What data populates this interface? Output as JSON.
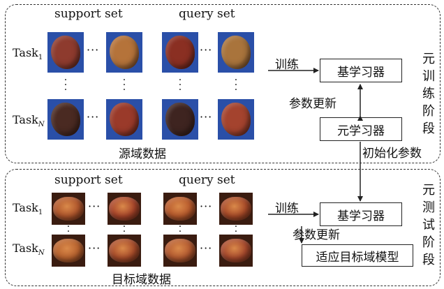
{
  "source": {
    "support_label": "support set",
    "query_label": "query set",
    "task_1": "Task",
    "task_1_sub": "1",
    "task_n": "Task",
    "task_n_sub": "N",
    "caption": "源域数据"
  },
  "target": {
    "support_label": "support set",
    "query_label": "query set",
    "task_1": "Task",
    "task_1_sub": "1",
    "task_n": "Task",
    "task_n_sub": "N",
    "caption": "目标域数据"
  },
  "meta_train": {
    "train_label": "训练",
    "base_learner": "基学习器",
    "update_label": "参数更新",
    "meta_learner": "元学习器",
    "stage_title": [
      "元",
      "训",
      "练",
      "阶",
      "段"
    ]
  },
  "init_label": "初始化参数",
  "meta_test": {
    "train_label": "训练",
    "base_learner": "基学习器",
    "update_label": "参数更新",
    "adapt_model": "适应目标域模型",
    "stage_title": [
      "元",
      "测",
      "试",
      "阶",
      "段"
    ]
  },
  "colors": {
    "source_tile_bg": "#2a4fa8",
    "source_samples": [
      "#8e3b2e",
      "#b5733a",
      "#8a2f22",
      "#a9743c",
      "#4a2a22",
      "#9a3a2a",
      "#3e2420",
      "#a4432e"
    ],
    "target_samples": [
      "#b0562c",
      "#a8452a",
      "#b85a2c",
      "#a84a28",
      "#b8622e",
      "#a84c2a",
      "#b45a30",
      "#a6482c"
    ]
  }
}
